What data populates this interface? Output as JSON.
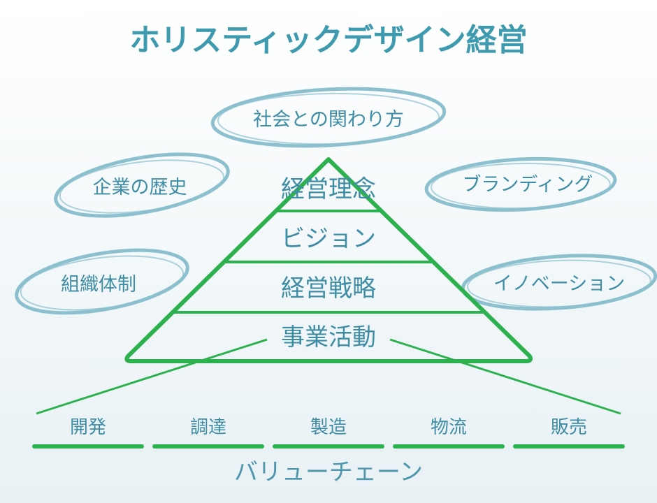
{
  "title": "ホリスティックデザイン経営",
  "outer_concepts": [
    "社会との関わり方",
    "企業の歴史",
    "ブランディング",
    "組織体制",
    "イノベーション"
  ],
  "pyramid_layers": [
    "経営理念",
    "ビジョン",
    "経営戦略",
    "事業活動"
  ],
  "value_chain": {
    "items": [
      "開発",
      "調達",
      "製造",
      "物流",
      "販売"
    ],
    "label": "バリューチェーン"
  },
  "colors": {
    "title": "#3e9aae",
    "text": "#3f8da5",
    "ellipse": "#8cc0cf",
    "pyramid": "#2db14f"
  }
}
